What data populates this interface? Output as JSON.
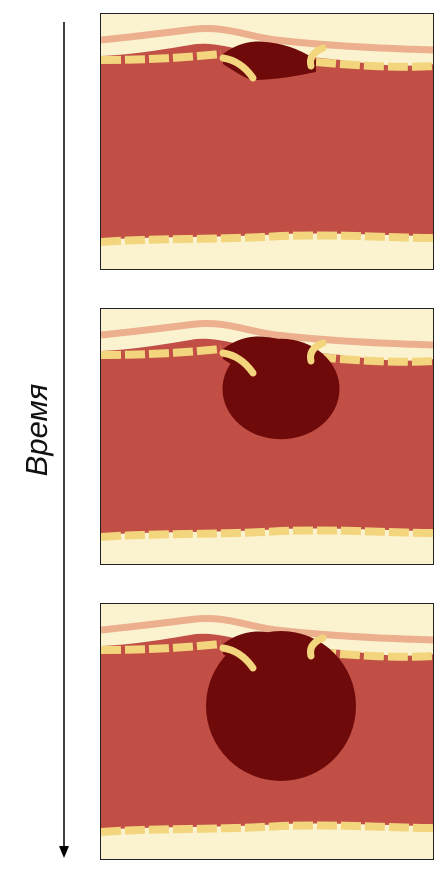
{
  "axis": {
    "label": "Время"
  },
  "colors": {
    "blood": "#c14f46",
    "clot": "#6e0a0a",
    "vessel_wall": "#f6e3a4",
    "vessel_outer": "#fbf3cf",
    "wall_segment": "#f3d57e",
    "adventitia": "#e79a78",
    "border": "#222222"
  },
  "panels": [
    {
      "stage": 1,
      "clot_size": 0.0
    },
    {
      "stage": 2,
      "clot_size": 0.45
    },
    {
      "stage": 3,
      "clot_size": 1.0
    }
  ]
}
